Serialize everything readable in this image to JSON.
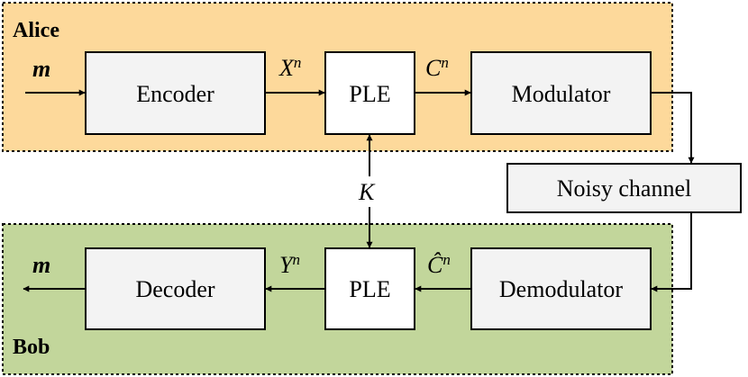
{
  "regions": {
    "alice": {
      "label": "Alice",
      "fill": "#fdd99b"
    },
    "bob": {
      "label": "Bob",
      "fill": "#c2d69b"
    }
  },
  "blocks": {
    "encoder": "Encoder",
    "ple_top": "PLE",
    "modulator": "Modulator",
    "noisy_channel": "Noisy channel",
    "demodulator": "Demodulator",
    "ple_bottom": "PLE",
    "decoder": "Decoder"
  },
  "signals": {
    "message_in": "m",
    "encoded": {
      "base": "X",
      "sup": "n"
    },
    "ciphertext": {
      "base": "C",
      "sup": "n"
    },
    "key": "K",
    "received": {
      "base": "Ĉ",
      "sup": "n"
    },
    "decrypted": {
      "base": "Y",
      "sup": "n"
    },
    "message_out": "m"
  },
  "colors": {
    "block_fill": "#f3f3f3",
    "ple_fill": "#ffffff",
    "stroke": "#000000"
  }
}
